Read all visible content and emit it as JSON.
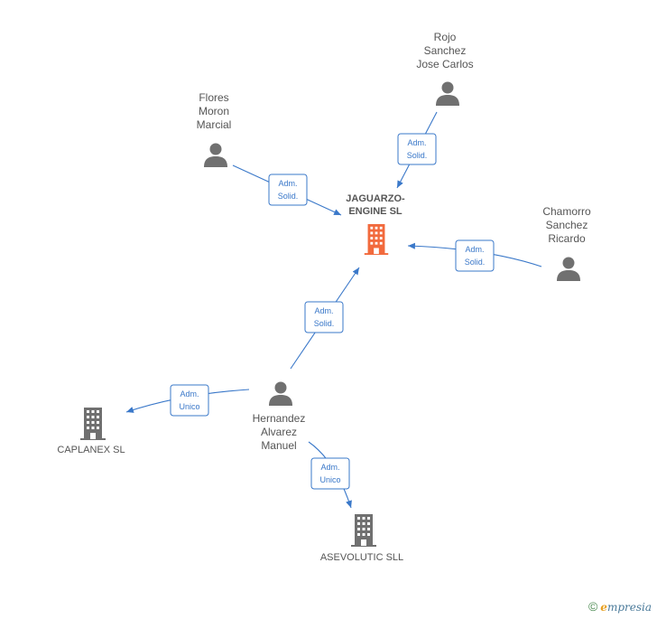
{
  "graph": {
    "main_company": {
      "name_lines": [
        "JAGUARZO-",
        "ENGINE SL"
      ],
      "color": "#f26a3d"
    },
    "persons": [
      {
        "key": "flores",
        "name_lines": [
          "Flores",
          "Moron",
          "Marcial"
        ]
      },
      {
        "key": "rojo",
        "name_lines": [
          "Rojo",
          "Sanchez",
          "Jose Carlos"
        ]
      },
      {
        "key": "chamorro",
        "name_lines": [
          "Chamorro",
          "Sanchez",
          "Ricardo"
        ]
      },
      {
        "key": "hernandez",
        "name_lines": [
          "Hernandez",
          "Alvarez",
          "Manuel"
        ]
      }
    ],
    "companies": [
      {
        "key": "caplanex",
        "name": "CAPLANEX  SL"
      },
      {
        "key": "asevolutic",
        "name": "ASEVOLUTIC SLL"
      }
    ],
    "relations": [
      {
        "key": "flores-main",
        "lines": [
          "Adm.",
          "Solid."
        ]
      },
      {
        "key": "rojo-main",
        "lines": [
          "Adm.",
          "Solid."
        ]
      },
      {
        "key": "chamorro-main",
        "lines": [
          "Adm.",
          "Solid."
        ]
      },
      {
        "key": "hernandez-main",
        "lines": [
          "Adm.",
          "Solid."
        ]
      },
      {
        "key": "hernandez-caplanex",
        "lines": [
          "Adm.",
          "Unico"
        ]
      },
      {
        "key": "hernandez-asevolutic",
        "lines": [
          "Adm.",
          "Unico"
        ]
      }
    ],
    "colors": {
      "person": "#707070",
      "company": "#707070",
      "edge": "#3a78c9"
    }
  },
  "footer": {
    "copyright_symbol": "©",
    "brand_e": "e",
    "brand_rest": "mpresia"
  }
}
